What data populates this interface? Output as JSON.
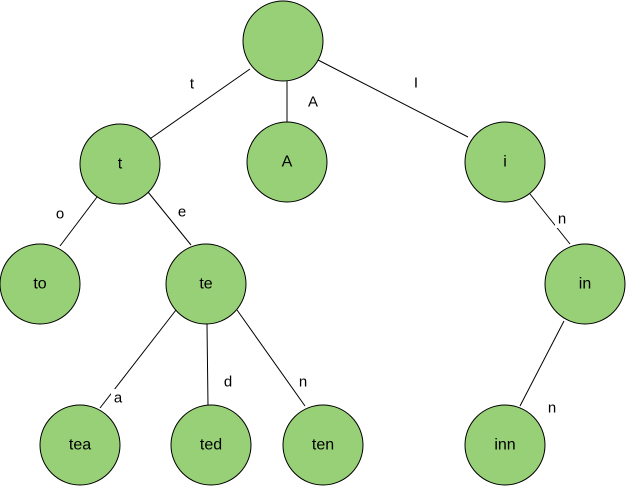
{
  "colors": {
    "node_fill": "#97d077",
    "node_stroke": "#000000",
    "edge": "#000000",
    "background": "#ffffff"
  },
  "nodes": {
    "root": "",
    "t": "t",
    "A": "A",
    "i": "i",
    "to": "to",
    "te": "te",
    "in": "in",
    "tea": "tea",
    "ted": "ted",
    "ten": "ten",
    "inn": "inn"
  },
  "edges": {
    "root_t": "t",
    "root_A": "A",
    "root_i": "I",
    "t_to": "o",
    "t_te": "e",
    "i_in": "n",
    "te_tea": "a",
    "te_ted": "d",
    "te_ten": "n",
    "in_inn": "n"
  }
}
